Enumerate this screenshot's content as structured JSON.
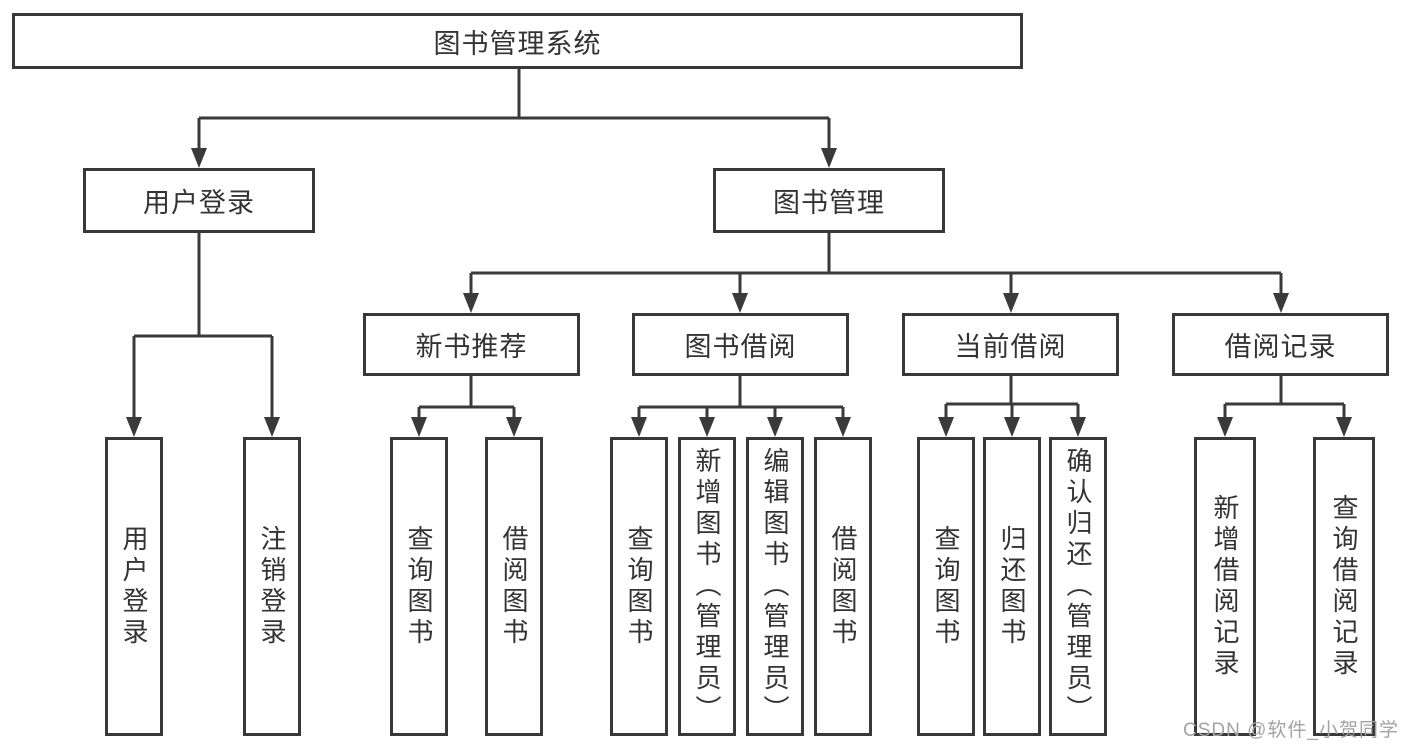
{
  "diagram": {
    "type": "hierarchy-tree",
    "colors": {
      "line": "#3a3a3a",
      "box_border": "#383838",
      "text": "#333333",
      "background": "#ffffff",
      "watermark_text_color": "#a3a3a3"
    },
    "tree": {
      "root": "图书管理系统",
      "level2": [
        {
          "label": "用户登录"
        },
        {
          "label": "图书管理"
        }
      ],
      "level3": [
        {
          "label": "新书推荐",
          "parent": "图书管理"
        },
        {
          "label": "图书借阅",
          "parent": "图书管理"
        },
        {
          "label": "当前借阅",
          "parent": "图书管理"
        },
        {
          "label": "借阅记录",
          "parent": "图书管理"
        }
      ],
      "leaves": [
        {
          "label": "用户登录",
          "parent": "用户登录"
        },
        {
          "label": "注销登录",
          "parent": "用户登录"
        },
        {
          "label": "查询图书",
          "parent": "新书推荐"
        },
        {
          "label": "借阅图书",
          "parent": "新书推荐"
        },
        {
          "label": "查询图书",
          "parent": "图书借阅"
        },
        {
          "label": "新增图书（管理员）",
          "parent": "图书借阅"
        },
        {
          "label": "编辑图书（管理员）",
          "parent": "图书借阅"
        },
        {
          "label": "借阅图书",
          "parent": "图书借阅"
        },
        {
          "label": "查询图书",
          "parent": "当前借阅"
        },
        {
          "label": "归还图书",
          "parent": "当前借阅"
        },
        {
          "label": "确认归还（管理员）",
          "parent": "当前借阅"
        },
        {
          "label": "新增借阅记录",
          "parent": "借阅记录"
        },
        {
          "label": "查询借阅记录",
          "parent": "借阅记录"
        }
      ]
    },
    "watermark": "CSDN @软件_小贺同学"
  }
}
